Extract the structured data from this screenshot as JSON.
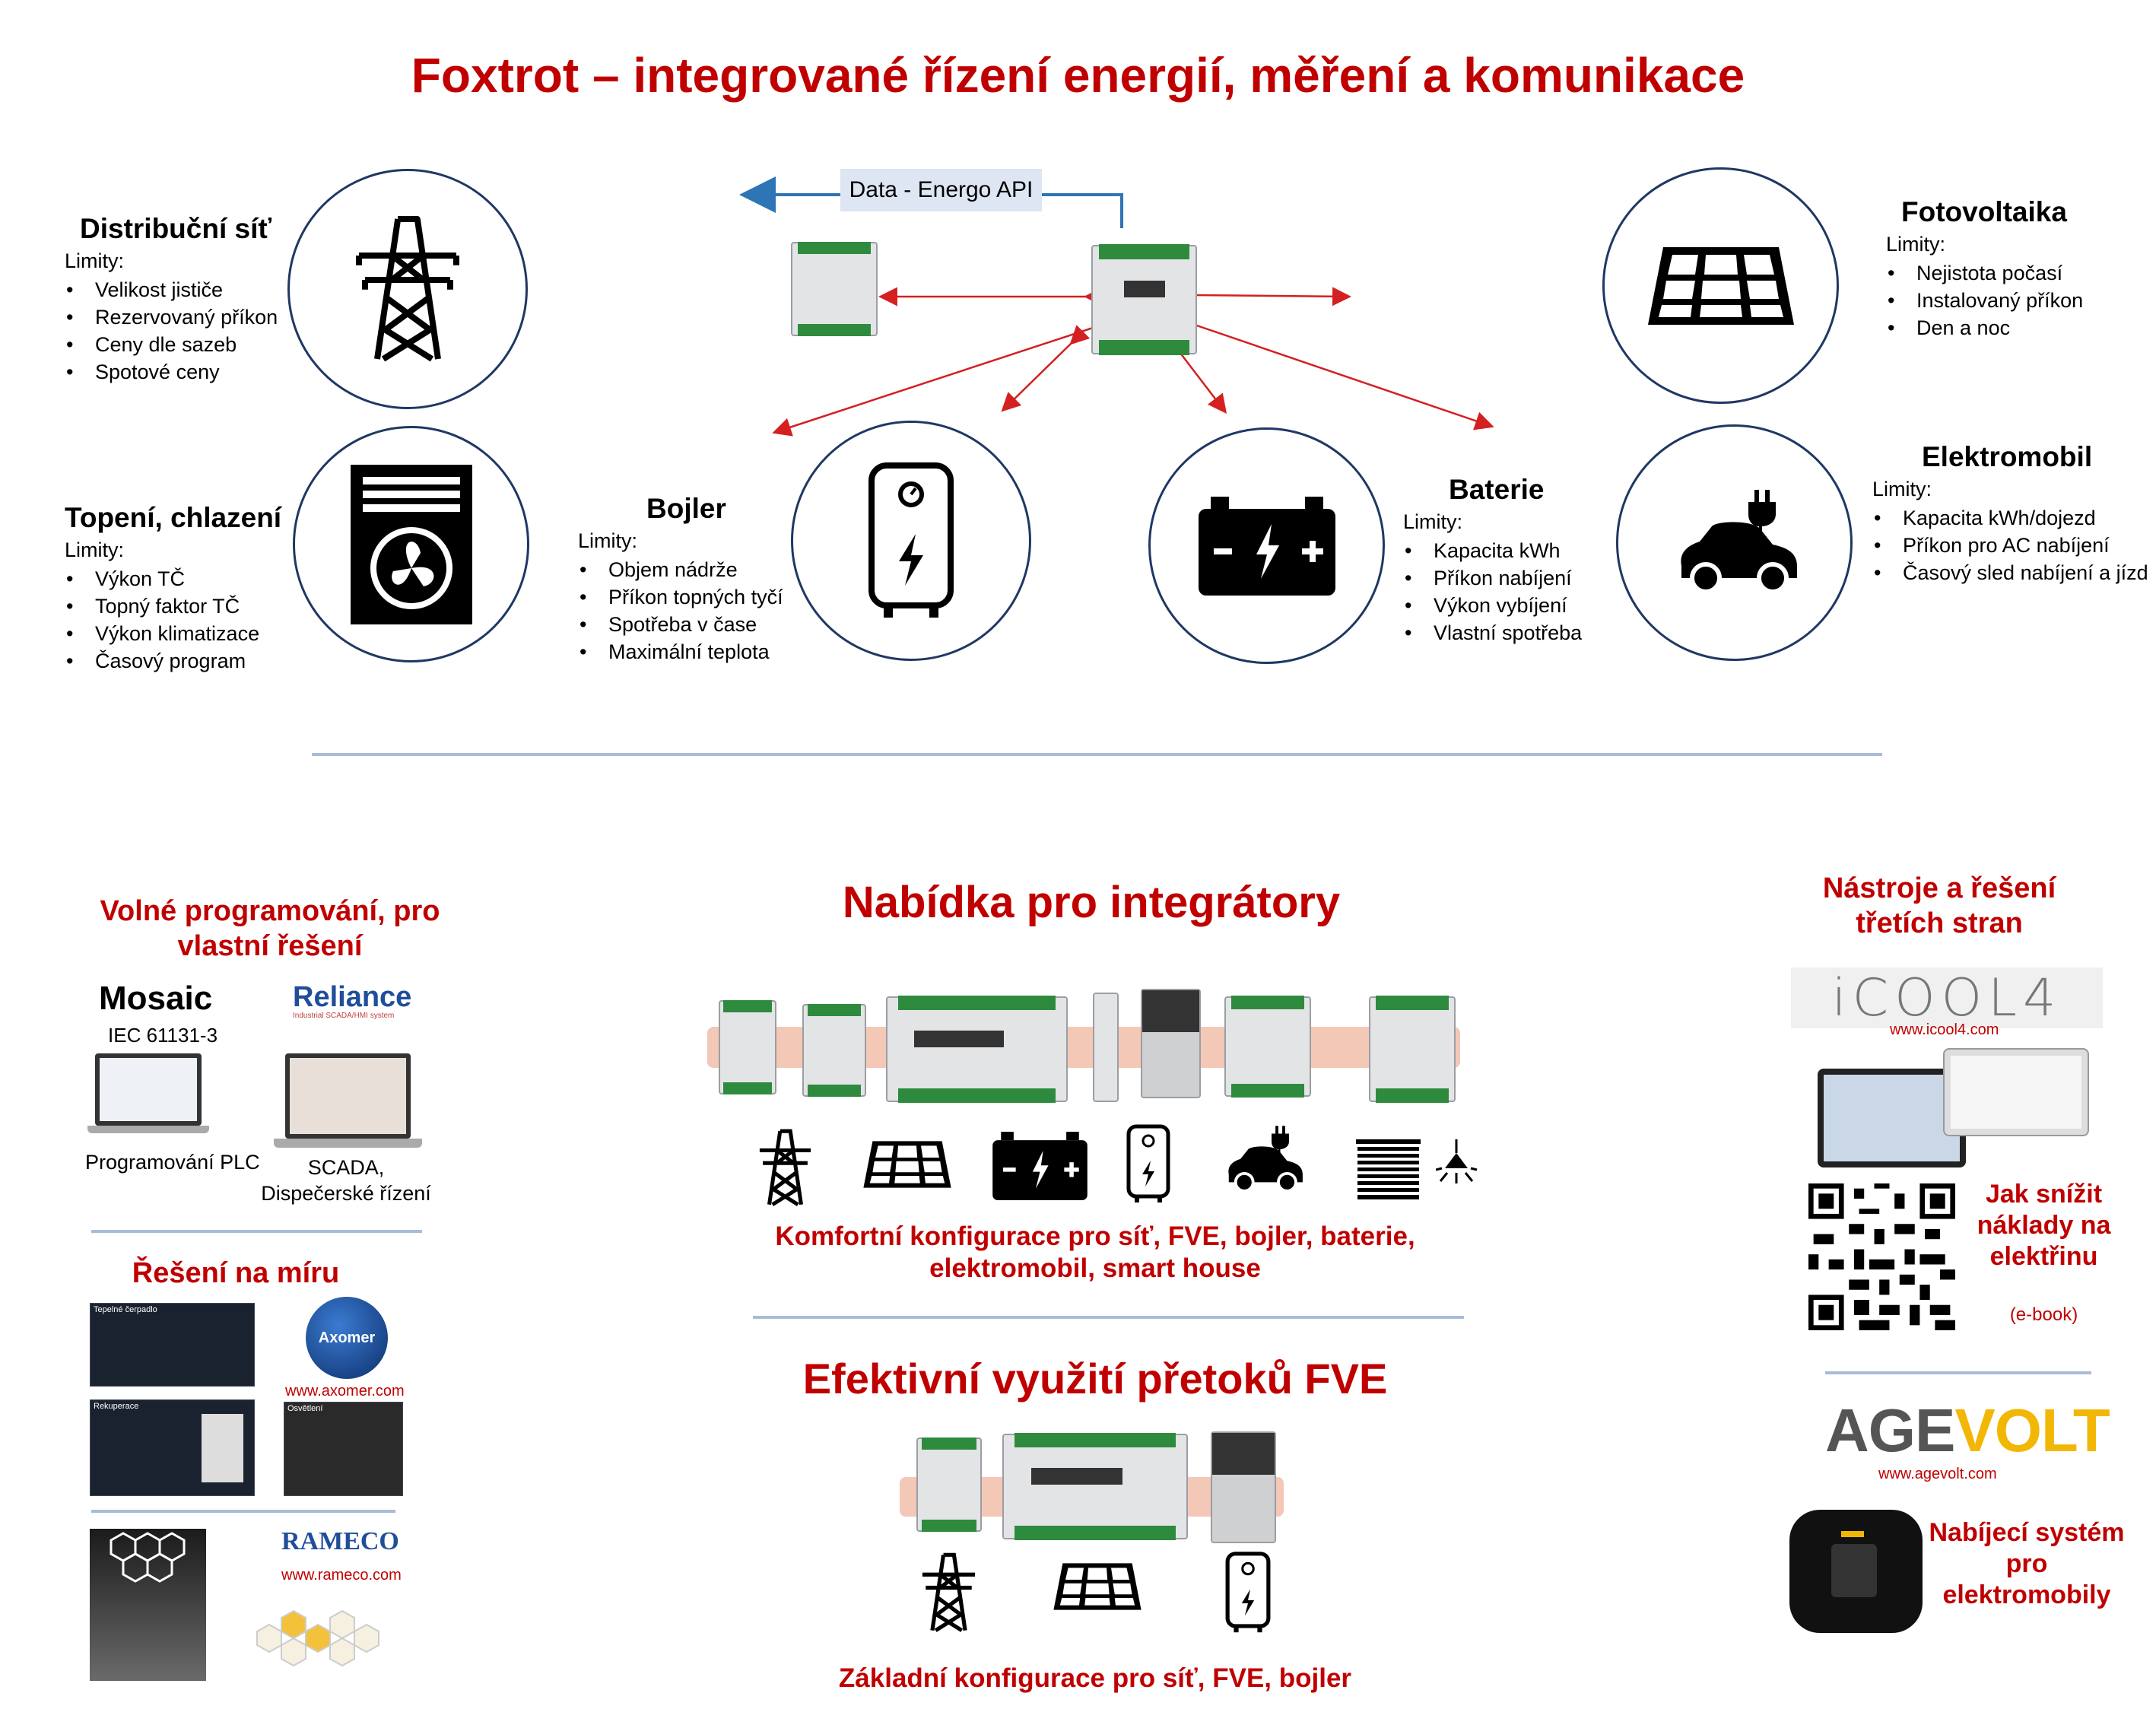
{
  "title": "Foxtrot – integrované řízení energií, měření a komunikace",
  "api_label": "Data - Energo API",
  "nodes": {
    "grid": {
      "heading": "Distribuční síť",
      "limits_label": "Limity:",
      "items": [
        "Velikost jističe",
        "Rezervovaný příkon",
        "Ceny dle sazeb",
        "Spotové ceny"
      ]
    },
    "heating": {
      "heading": "Topení, chlazení",
      "limits_label": "Limity:",
      "items": [
        "Výkon TČ",
        "Topný faktor TČ",
        "Výkon klimatizace",
        "Časový program"
      ]
    },
    "boiler": {
      "heading": "Bojler",
      "limits_label": "Limity:",
      "items": [
        "Objem nádrže",
        "Příkon topných tyčí",
        "Spotřeba v čase",
        "Maximální teplota"
      ]
    },
    "battery": {
      "heading": "Baterie",
      "limits_label": "Limity:",
      "items": [
        "Kapacita kWh",
        "Příkon nabíjení",
        "Výkon vybíjení",
        "Vlastní spotřeba"
      ]
    },
    "pv": {
      "heading": "Fotovoltaika",
      "limits_label": "Limity:",
      "items": [
        "Nejistota počasí",
        "Instalovaný příkon",
        "Den a noc"
      ]
    },
    "ev": {
      "heading": "Elektromobil",
      "limits_label": "Limity:",
      "items": [
        "Kapacita kWh/dojezd",
        "Příkon pro AC nabíjení",
        "Časový sled nabíjení a jízd"
      ]
    }
  },
  "left": {
    "programming_title": "Volné programování, pro vlastní řešení",
    "mosaic": "Mosaic",
    "mosaic_sub": "IEC 61131-3",
    "reliance": "Reliance",
    "reliance_sub": "Industrial SCADA/HMI system",
    "plc_label": "Programování PLC",
    "scada_label": "SCADA, Dispečerské řízení",
    "custom_title": "Řešení na míru",
    "tile_heatpump": "Tepelné čerpadlo",
    "tile_recuperation": "Rekuperace",
    "tile_lighting": "Osvětlení",
    "axomer": "Axomer",
    "axomer_url": "www.axomer.com",
    "rameco": "RAMECO",
    "rameco_url": "www.rameco.com"
  },
  "center": {
    "offer_title": "Nabídka pro integrátory",
    "offer_caption": "Komfortní konfigurace pro síť, FVE, bojler, baterie, elektromobil, smart house",
    "pv_title": "Efektivní využití přetoků FVE",
    "pv_caption": "Základní konfigurace pro síť, FVE, bojler"
  },
  "right": {
    "tools_title": "Nástroje a řešení třetích stran",
    "icool": "iCOOL4",
    "icool_url": "www.icool4.com",
    "ebook_title": "Jak snížit náklady na elektřinu",
    "ebook_sub": "(e-book)",
    "agevolt_a": "AGE",
    "agevolt_b": "VOLT",
    "agevolt_url": "www.agevolt.com",
    "charging_title": "Nabíjecí systém pro elektromobily"
  },
  "colors": {
    "accent_red": "#c00000",
    "circle_border": "#1f3864",
    "arrow_blue": "#2e75b6",
    "divider": "#a9bcd6"
  }
}
